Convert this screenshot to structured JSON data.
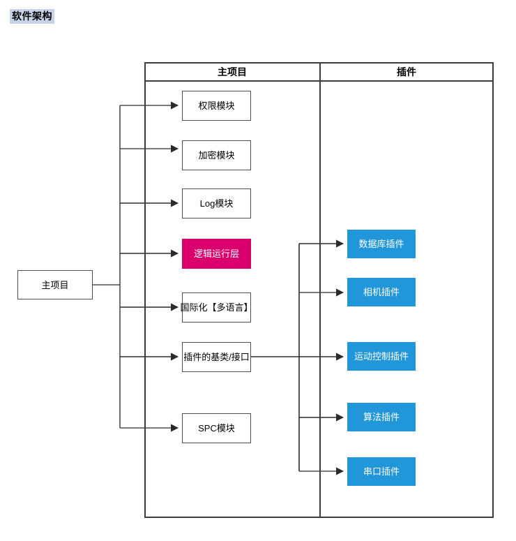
{
  "page": {
    "title": "软件架构",
    "title_highlight_color": "#c7d4e8",
    "background_color": "#ffffff"
  },
  "diagram": {
    "type": "flowchart",
    "colors": {
      "accent_pink": "#d9006e",
      "accent_blue": "#2196d9",
      "box_border": "#4d4d4d",
      "frame_border": "#3c3c3c",
      "connector": "#4d4d4d",
      "text_default": "#000000",
      "text_on_accent": "#ffffff"
    },
    "columns": [
      {
        "label": "主项目"
      },
      {
        "label": "插件"
      }
    ],
    "root": {
      "label": "主项目",
      "style": "plain"
    },
    "main_modules": [
      {
        "label": "权限模块",
        "style": "plain"
      },
      {
        "label": "加密模块",
        "style": "plain"
      },
      {
        "label": "Log模块",
        "style": "plain"
      },
      {
        "label": "逻辑运行层",
        "style": "accent-pink"
      },
      {
        "label": "国际化【多语言】",
        "style": "plain"
      },
      {
        "label": "插件的基类/接口",
        "style": "plain"
      },
      {
        "label": "SPC模块",
        "style": "plain"
      }
    ],
    "plugins": [
      {
        "label": "数据库插件",
        "style": "accent-blue"
      },
      {
        "label": "相机插件",
        "style": "accent-blue"
      },
      {
        "label": "运动控制插件",
        "style": "accent-blue"
      },
      {
        "label": "算法插件",
        "style": "accent-blue"
      },
      {
        "label": "串口插件",
        "style": "accent-blue"
      }
    ]
  }
}
